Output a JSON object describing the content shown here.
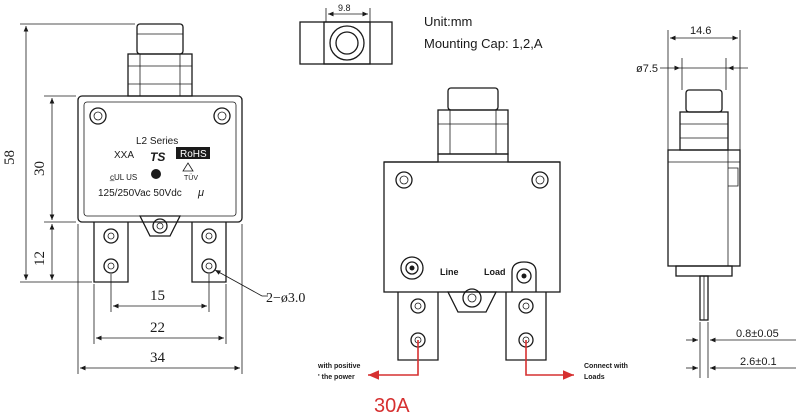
{
  "header": {
    "unit": "Unit:mm",
    "mounting_cap": "Mounting Cap: 1,2,A"
  },
  "front_view": {
    "series": "L2 Series",
    "model": "XXA",
    "ts_mark": "TS",
    "rohs": "RoHS",
    "tuv": "TÜV",
    "ul": "c̲UL US",
    "rating": "125/250Vac 50Vdc",
    "mu": "μ",
    "dims": {
      "height_total": "58",
      "height_body": "30",
      "height_terminal": "12",
      "width_15": "15",
      "width_22": "22",
      "width_34": "34",
      "hole": "2−ø3.0"
    }
  },
  "top_view": {
    "width": "9.8"
  },
  "back_view": {
    "line": "Line",
    "load": "Load",
    "note_left_1": "with positive",
    "note_left_2": "' the power",
    "note_right_1": "Connect with",
    "note_right_2": "Loads"
  },
  "side_view": {
    "width": "14.6",
    "diameter": "ø7.5",
    "thickness": "0.8±0.05",
    "pin_width": "2.6±0.1"
  },
  "rating_label": "30A",
  "colors": {
    "accent_red": "#d63030",
    "ink": "#1a1a1a"
  }
}
